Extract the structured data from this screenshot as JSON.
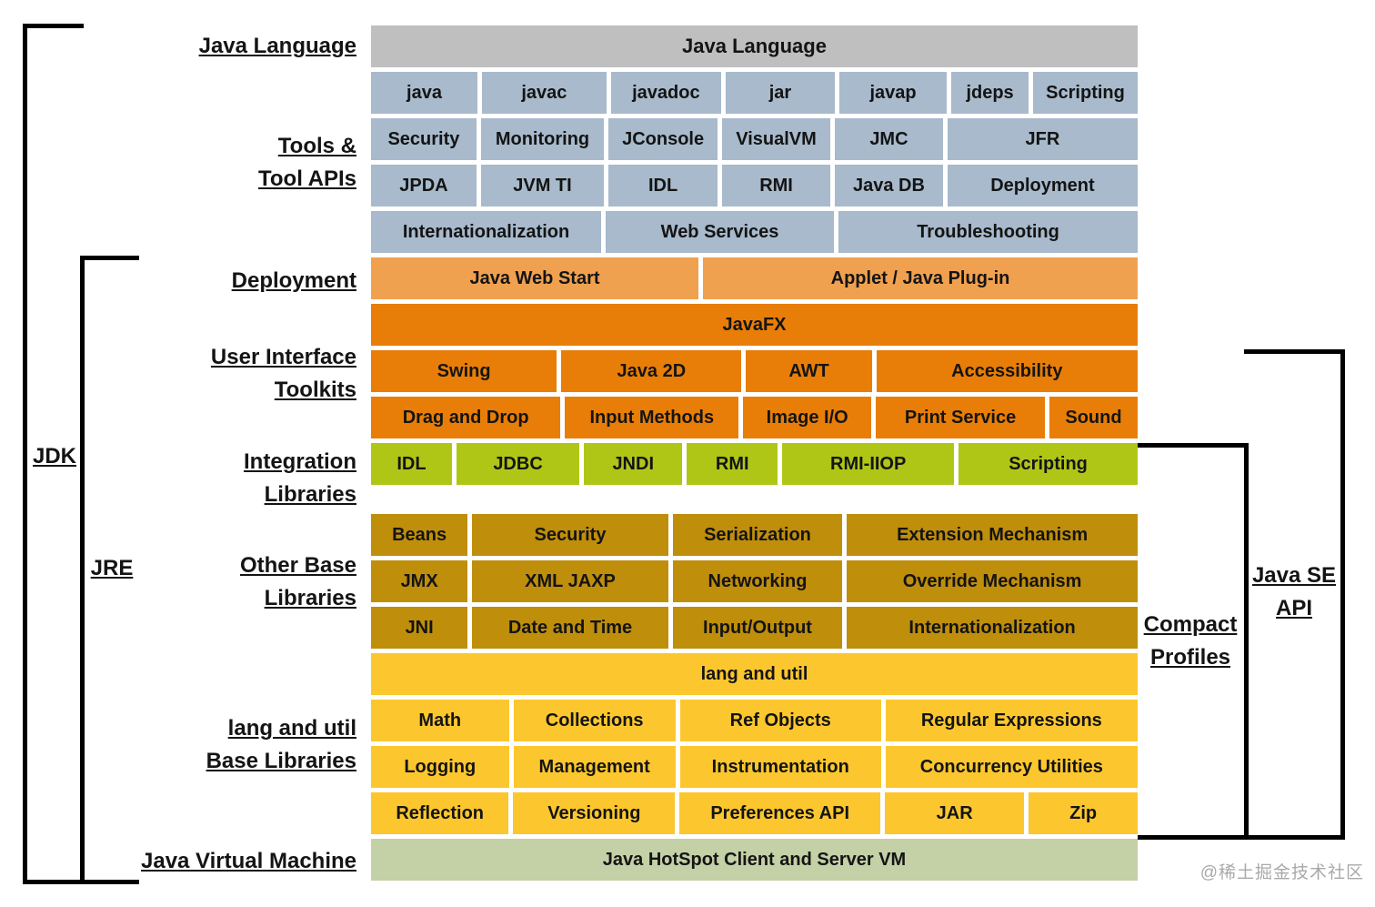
{
  "title": "Java Platform Standard Edition conceptual diagram",
  "colors": {
    "gray": "#bfbfbf",
    "blue": "#a8bacc",
    "orange_light": "#f0a150",
    "orange": "#e87e07",
    "yellowgreen": "#b0c617",
    "gold": "#bf8e0b",
    "yellow": "#fcc72e",
    "green": "#c4d0a6",
    "text": "#141414",
    "line": "#000000",
    "watermark": "#a9a9a9"
  },
  "left_labels": [
    {
      "lines": [
        "Java Language"
      ]
    },
    {
      "lines": [
        "Tools &",
        "Tool APIs"
      ]
    },
    {
      "lines": [
        "Deployment"
      ]
    },
    {
      "lines": [
        "User Interface",
        "Toolkits"
      ]
    },
    {
      "lines": [
        "Integration",
        "Libraries"
      ]
    },
    {
      "lines": [
        "Other Base",
        "Libraries"
      ]
    },
    {
      "lines": [
        "lang and util",
        "Base Libraries"
      ]
    },
    {
      "lines": [
        "Java Virtual Machine"
      ]
    }
  ],
  "bracket_labels": {
    "jdk": "JDK",
    "jre": "JRE",
    "java_se": [
      "Java SE",
      "API"
    ],
    "compact": [
      "Compact",
      "Profiles"
    ]
  },
  "watermark": "@稀土掘金技术社区",
  "grid": {
    "rows": [
      {
        "color": "gray",
        "mt": 0,
        "fs": 22,
        "cells": [
          [
            "Java Language",
            843
          ]
        ]
      },
      {
        "color": "blue",
        "cells": [
          [
            "java",
            113
          ],
          [
            "javac",
            132
          ],
          [
            "javadoc",
            117
          ],
          [
            "jar",
            116
          ],
          [
            "javap",
            114
          ],
          [
            "jdeps",
            82
          ],
          [
            "Scripting",
            111
          ]
        ]
      },
      {
        "color": "blue",
        "cells": [
          [
            "Security",
            113
          ],
          [
            "Monitoring",
            132
          ],
          [
            "JConsole",
            117
          ],
          [
            "VisualVM",
            116
          ],
          [
            "JMC",
            116
          ],
          [
            "JFR",
            204
          ]
        ]
      },
      {
        "color": "blue",
        "cells": [
          [
            "JPDA",
            113
          ],
          [
            "JVM TI",
            132
          ],
          [
            "IDL",
            117
          ],
          [
            "RMI",
            116
          ],
          [
            "Java DB",
            116
          ],
          [
            "Deployment",
            204
          ]
        ]
      },
      {
        "color": "blue",
        "cells": [
          [
            "Internationalization",
            250
          ],
          [
            "Web Services",
            248
          ],
          [
            "Troubleshooting",
            325
          ]
        ]
      },
      {
        "color": "orange_light",
        "cells": [
          [
            "Java Web Start",
            360
          ],
          [
            "Applet / Java Plug-in",
            478
          ]
        ]
      },
      {
        "color": "orange",
        "cells": [
          [
            "JavaFX",
            843
          ]
        ]
      },
      {
        "color": "orange",
        "cells": [
          [
            "Swing",
            204
          ],
          [
            "Java 2D",
            198
          ],
          [
            "AWT",
            138
          ],
          [
            "Accessibility",
            287
          ]
        ]
      },
      {
        "color": "orange",
        "cells": [
          [
            "Drag and Drop",
            204
          ],
          [
            "Input Methods",
            187
          ],
          [
            "Image I/O",
            138
          ],
          [
            "Print Service",
            182
          ],
          [
            "Sound",
            95
          ]
        ]
      },
      {
        "color": "yellowgreen",
        "cells": [
          [
            "IDL",
            88
          ],
          [
            "JDBC",
            134
          ],
          [
            "JNDI",
            107
          ],
          [
            "RMI",
            99
          ],
          [
            "RMI-IIOP",
            187
          ],
          [
            "Scripting",
            195
          ]
        ]
      },
      {
        "color": "gold",
        "mt": 32,
        "cells": [
          [
            "Beans",
            106
          ],
          [
            "Security",
            215
          ],
          [
            "Serialization",
            186
          ],
          [
            "Extension Mechanism",
            319
          ]
        ]
      },
      {
        "color": "gold",
        "cells": [
          [
            "JMX",
            106
          ],
          [
            "XML JAXP",
            215
          ],
          [
            "Networking",
            186
          ],
          [
            "Override Mechanism",
            319
          ]
        ]
      },
      {
        "color": "gold",
        "cells": [
          [
            "JNI",
            106
          ],
          [
            "Date and Time",
            215
          ],
          [
            "Input/Output",
            186
          ],
          [
            "Internationalization",
            319
          ]
        ]
      },
      {
        "color": "yellow",
        "cells": [
          [
            "lang and util",
            843
          ]
        ]
      },
      {
        "color": "yellow",
        "cells": [
          [
            "Math",
            153
          ],
          [
            "Collections",
            180
          ],
          [
            "Ref Objects",
            223
          ],
          [
            "Regular Expressions",
            280
          ]
        ]
      },
      {
        "color": "yellow",
        "cells": [
          [
            "Logging",
            153
          ],
          [
            "Management",
            180
          ],
          [
            "Instrumentation",
            223
          ],
          [
            "Concurrency Utilities",
            280
          ]
        ]
      },
      {
        "color": "yellow",
        "cells": [
          [
            "Reflection",
            153
          ],
          [
            "Versioning",
            180
          ],
          [
            "Preferences API",
            223
          ],
          [
            "JAR",
            155
          ],
          [
            "Zip",
            121
          ]
        ]
      },
      {
        "color": "green",
        "cells": [
          [
            "Java HotSpot Client and Server VM",
            843
          ]
        ]
      }
    ]
  }
}
